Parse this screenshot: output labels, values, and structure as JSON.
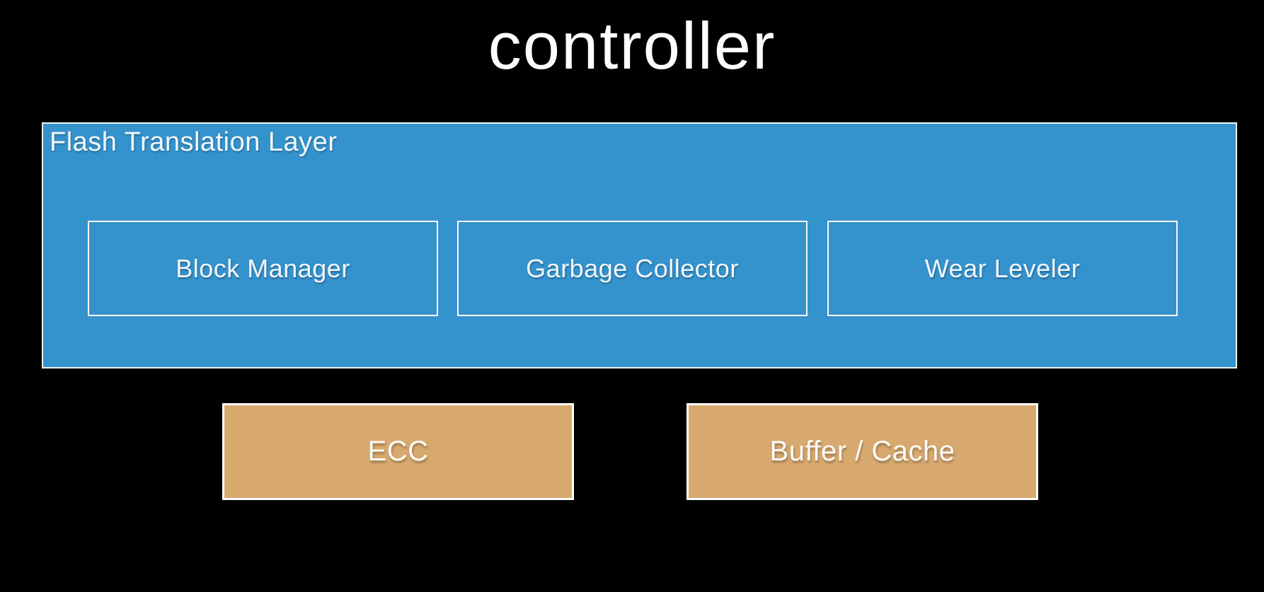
{
  "slide": {
    "title": "controller"
  },
  "colors": {
    "background": "#000000",
    "ftl_fill": "#3492CD",
    "hw_fill": "#D8A96E",
    "box_border": "#FFFFFF",
    "label_text": "#FBFBFB"
  },
  "ftl": {
    "label": "Flash Translation Layer",
    "modules": [
      {
        "label": "Block Manager"
      },
      {
        "label": "Garbage Collector"
      },
      {
        "label": "Wear Leveler"
      }
    ]
  },
  "hardware_blocks": [
    {
      "label": "ECC"
    },
    {
      "label": "Buffer / Cache"
    }
  ]
}
